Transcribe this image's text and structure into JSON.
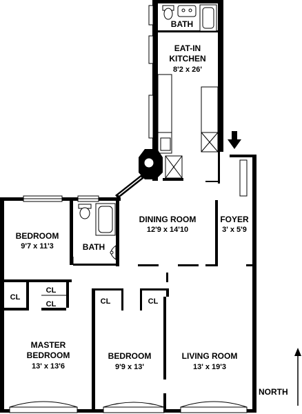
{
  "rooms": {
    "bath_top": {
      "name": "BATH"
    },
    "kitchen": {
      "name_line1": "EAT-IN",
      "name_line2": "KITCHEN",
      "dims": "8'2 x 26'"
    },
    "dining": {
      "name": "DINING ROOM",
      "dims": "12'9 x 14'10"
    },
    "foyer": {
      "name": "FOYER",
      "dims": "3' x 5'9"
    },
    "bedroom_nw": {
      "name": "BEDROOM",
      "dims": "9'7 x 11'3"
    },
    "bath_mid": {
      "name": "BATH"
    },
    "master": {
      "name_line1": "MASTER",
      "name_line2": "BEDROOM",
      "dims": "13' x 13'6"
    },
    "bedroom_s": {
      "name": "BEDROOM",
      "dims": "9'9 x 13'"
    },
    "living": {
      "name": "LIVING ROOM",
      "dims": "13' x 19'3"
    }
  },
  "closets": {
    "label": "CL"
  },
  "compass": {
    "label": "NORTH"
  },
  "icons": [
    "entry-arrow-icon",
    "north-arrow-icon",
    "toilet-icon",
    "bathtub-icon",
    "sink-icon",
    "stove-icon",
    "fireplace-icon"
  ]
}
